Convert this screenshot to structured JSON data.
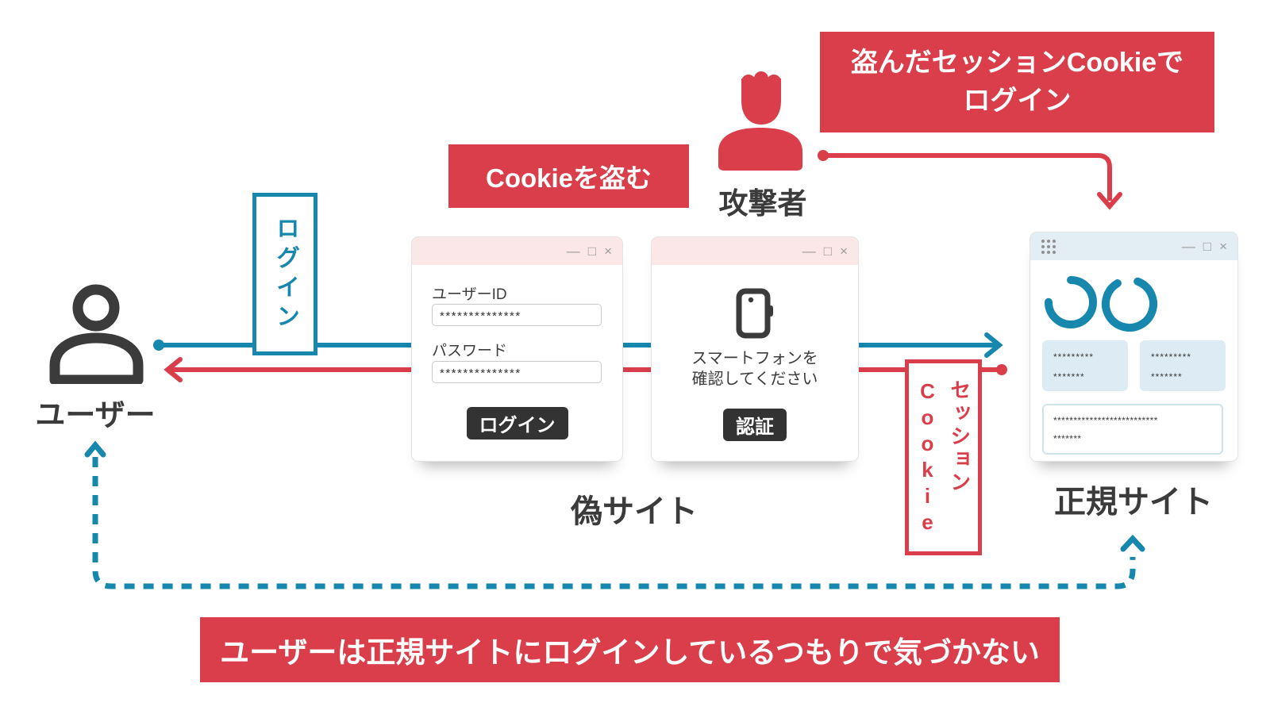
{
  "colors": {
    "accent_red": "#d93e4a",
    "accent_blue": "#1787ae",
    "dark": "#3b3b3b"
  },
  "window_controls": {
    "minimize": "—",
    "maximize": "□",
    "close": "×"
  },
  "banners": {
    "stolen_cookie": "盗んだセッションCookieで\nログイン",
    "steal_cookie": "Cookieを盗む",
    "bottom": "ユーザーは正規サイトにログインしているつもりで気づかない"
  },
  "actors": {
    "user_label": "ユーザー",
    "attacker_label": "攻撃者"
  },
  "flow": {
    "login_label": "ログイン",
    "session_cookie_label": "セッション\nCookie"
  },
  "fake_site": {
    "caption": "偽サイト",
    "user_id_label": "ユーザーID",
    "user_id_value": "**************",
    "password_label": "パスワード",
    "password_value": "**************",
    "login_button": "ログイン"
  },
  "auth_popup": {
    "message": "スマートフォンを\n確認してください",
    "auth_button": "認証"
  },
  "real_site": {
    "caption": "正規サイト",
    "cards": [
      {
        "line1": "*********",
        "line2": "*******"
      },
      {
        "line1": "*********",
        "line2": "*******"
      }
    ],
    "detail": {
      "line1": "**************************",
      "line2": "*******"
    }
  }
}
